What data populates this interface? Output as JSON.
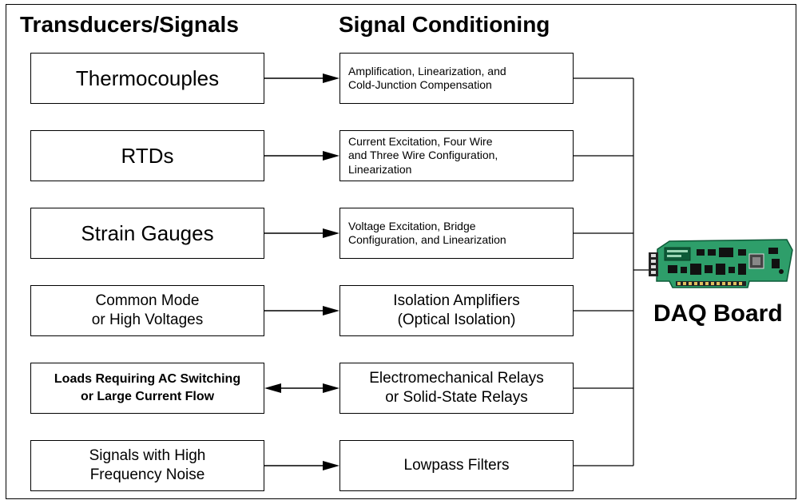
{
  "headings": {
    "transducers": "Transducers/Signals",
    "conditioning": "Signal Conditioning"
  },
  "rows": [
    {
      "source": "Thermocouples",
      "conditioning": "Amplification, Linearization, and\nCold-Junction Compensation",
      "bidirectional": false
    },
    {
      "source": "RTDs",
      "conditioning": "Current Excitation, Four Wire\nand Three Wire Configuration,\nLinearization",
      "bidirectional": false
    },
    {
      "source": "Strain Gauges",
      "conditioning": "Voltage Excitation, Bridge\nConfiguration, and Linearization",
      "bidirectional": false
    },
    {
      "source": "Common Mode\nor High Voltages",
      "conditioning": "Isolation Amplifiers\n(Optical Isolation)",
      "bidirectional": false
    },
    {
      "source": "Loads Requiring AC Switching\nor Large Current Flow",
      "conditioning": "Electromechanical Relays\nor Solid-State Relays",
      "bidirectional": true
    },
    {
      "source": "Signals with High\nFrequency Noise",
      "conditioning": "Lowpass Filters",
      "bidirectional": false
    }
  ],
  "destination": {
    "label": "DAQ Board",
    "board_icon": "daq-board-icon",
    "colors": {
      "pcb": "#2e9e6a",
      "pcb_dark": "#0d5a38",
      "chip": "#111111"
    }
  }
}
